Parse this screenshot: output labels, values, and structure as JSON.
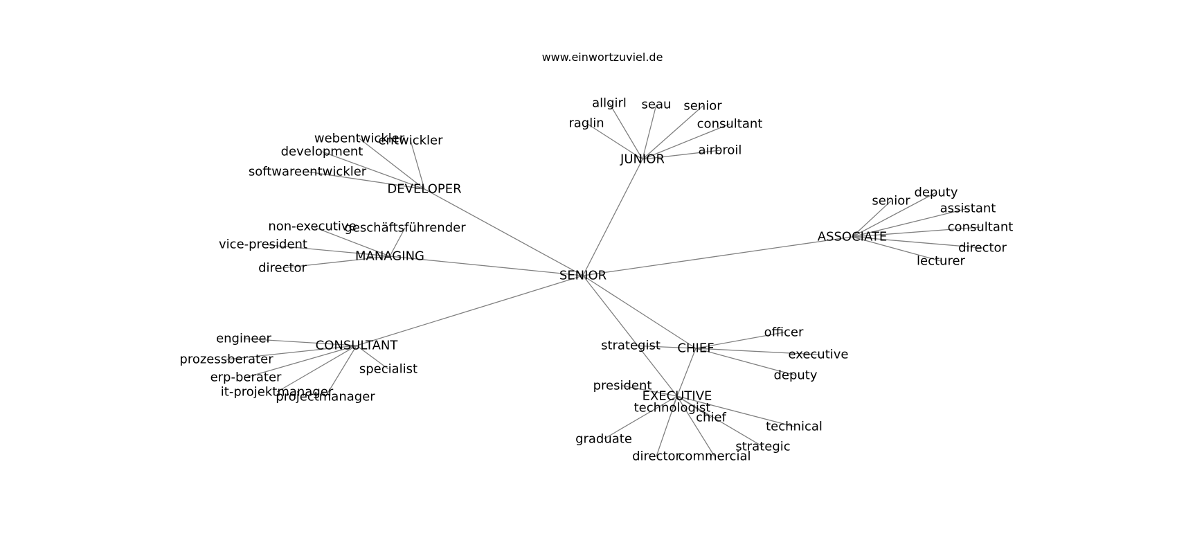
{
  "header": {
    "site": "www.einwortzuviel.de"
  },
  "colors": {
    "edge": "#808080",
    "text": "#000000",
    "background": "#ffffff"
  },
  "graph": {
    "nodes": [
      {
        "id": "senior_hub",
        "label": "SENIOR"
      },
      {
        "id": "junior",
        "label": "JUNIOR"
      },
      {
        "id": "developer",
        "label": "DEVELOPER"
      },
      {
        "id": "managing",
        "label": "MANAGING"
      },
      {
        "id": "consultant",
        "label": "CONSULTANT"
      },
      {
        "id": "associate",
        "label": "ASSOCIATE"
      },
      {
        "id": "chief",
        "label": "CHIEF"
      },
      {
        "id": "executive",
        "label": "EXECUTIVE"
      },
      {
        "id": "allgirl",
        "label": "allgirl"
      },
      {
        "id": "seau",
        "label": "seau"
      },
      {
        "id": "jr_senior",
        "label": "senior"
      },
      {
        "id": "raglin",
        "label": "raglin"
      },
      {
        "id": "jr_consultant",
        "label": "consultant"
      },
      {
        "id": "airbroil",
        "label": "airbroil"
      },
      {
        "id": "webentwickler",
        "label": "webentwickler"
      },
      {
        "id": "entwickler",
        "label": "entwickler"
      },
      {
        "id": "development",
        "label": "development"
      },
      {
        "id": "softwareentwickler",
        "label": "softwareentwickler"
      },
      {
        "id": "non_executive",
        "label": "non-executive"
      },
      {
        "id": "geschaeftsfuehrender",
        "label": "geschäftsführender"
      },
      {
        "id": "vice_president",
        "label": "vice-president"
      },
      {
        "id": "mg_director",
        "label": "director"
      },
      {
        "id": "engineer",
        "label": "engineer"
      },
      {
        "id": "prozessberater",
        "label": "prozessberater"
      },
      {
        "id": "erp_berater",
        "label": "erp-berater"
      },
      {
        "id": "it_projektmanager",
        "label": "it-projektmanager"
      },
      {
        "id": "projectmanager",
        "label": "projectmanager"
      },
      {
        "id": "specialist",
        "label": "specialist"
      },
      {
        "id": "as_senior",
        "label": "senior"
      },
      {
        "id": "as_deputy",
        "label": "deputy"
      },
      {
        "id": "assistant",
        "label": "assistant"
      },
      {
        "id": "as_consultant",
        "label": "consultant"
      },
      {
        "id": "as_director",
        "label": "director"
      },
      {
        "id": "lecturer",
        "label": "lecturer"
      },
      {
        "id": "officer",
        "label": "officer"
      },
      {
        "id": "ch_executive",
        "label": "executive"
      },
      {
        "id": "ch_deputy",
        "label": "deputy"
      },
      {
        "id": "strategist",
        "label": "strategist"
      },
      {
        "id": "president",
        "label": "president"
      },
      {
        "id": "technologist",
        "label": "technologist"
      },
      {
        "id": "ex_chief",
        "label": "chief"
      },
      {
        "id": "technical",
        "label": "technical"
      },
      {
        "id": "strategic",
        "label": "strategic"
      },
      {
        "id": "commercial",
        "label": "commercial"
      },
      {
        "id": "ex_director",
        "label": "director"
      },
      {
        "id": "graduate",
        "label": "graduate"
      }
    ],
    "edges": [
      [
        "senior_hub",
        "junior"
      ],
      [
        "senior_hub",
        "developer"
      ],
      [
        "senior_hub",
        "managing"
      ],
      [
        "senior_hub",
        "consultant"
      ],
      [
        "senior_hub",
        "associate"
      ],
      [
        "senior_hub",
        "chief"
      ],
      [
        "senior_hub",
        "executive"
      ],
      [
        "junior",
        "allgirl"
      ],
      [
        "junior",
        "seau"
      ],
      [
        "junior",
        "jr_senior"
      ],
      [
        "junior",
        "raglin"
      ],
      [
        "junior",
        "jr_consultant"
      ],
      [
        "junior",
        "airbroil"
      ],
      [
        "developer",
        "webentwickler"
      ],
      [
        "developer",
        "entwickler"
      ],
      [
        "developer",
        "development"
      ],
      [
        "developer",
        "softwareentwickler"
      ],
      [
        "managing",
        "non_executive"
      ],
      [
        "managing",
        "geschaeftsfuehrender"
      ],
      [
        "managing",
        "vice_president"
      ],
      [
        "managing",
        "mg_director"
      ],
      [
        "consultant",
        "engineer"
      ],
      [
        "consultant",
        "prozessberater"
      ],
      [
        "consultant",
        "erp_berater"
      ],
      [
        "consultant",
        "it_projektmanager"
      ],
      [
        "consultant",
        "projectmanager"
      ],
      [
        "consultant",
        "specialist"
      ],
      [
        "associate",
        "as_senior"
      ],
      [
        "associate",
        "as_deputy"
      ],
      [
        "associate",
        "assistant"
      ],
      [
        "associate",
        "as_consultant"
      ],
      [
        "associate",
        "as_director"
      ],
      [
        "associate",
        "lecturer"
      ],
      [
        "chief",
        "officer"
      ],
      [
        "chief",
        "ch_executive"
      ],
      [
        "chief",
        "ch_deputy"
      ],
      [
        "chief",
        "strategist"
      ],
      [
        "chief",
        "executive"
      ],
      [
        "executive",
        "president"
      ],
      [
        "executive",
        "technologist"
      ],
      [
        "executive",
        "ex_chief"
      ],
      [
        "executive",
        "technical"
      ],
      [
        "executive",
        "strategic"
      ],
      [
        "executive",
        "commercial"
      ],
      [
        "executive",
        "ex_director"
      ],
      [
        "executive",
        "graduate"
      ]
    ]
  }
}
